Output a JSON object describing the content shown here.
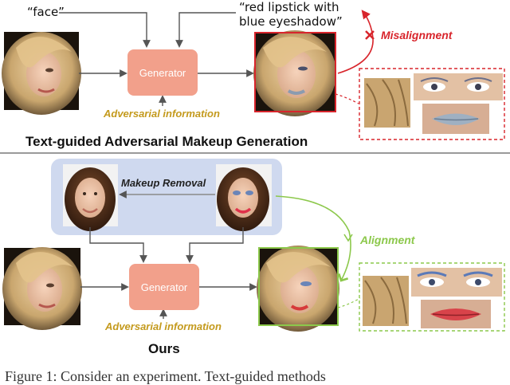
{
  "top": {
    "prompt_face": "“face”",
    "prompt_makeup_line1": "“red lipstick with",
    "prompt_makeup_line2": "blue eyeshadow”",
    "generator_label": "Generator",
    "adversarial_label": "Adversarial information",
    "misalignment_label": "Misalignment",
    "section_title": "Text-guided Adversarial Makeup Generation"
  },
  "bottom": {
    "makeup_removal_label": "Makeup Removal",
    "alignment_label": "Alignment",
    "generator_label": "Generator",
    "adversarial_label": "Adversarial information",
    "section_title": "Ours"
  },
  "caption": "Figure 1:  Consider an experiment. Text-guided methods"
}
